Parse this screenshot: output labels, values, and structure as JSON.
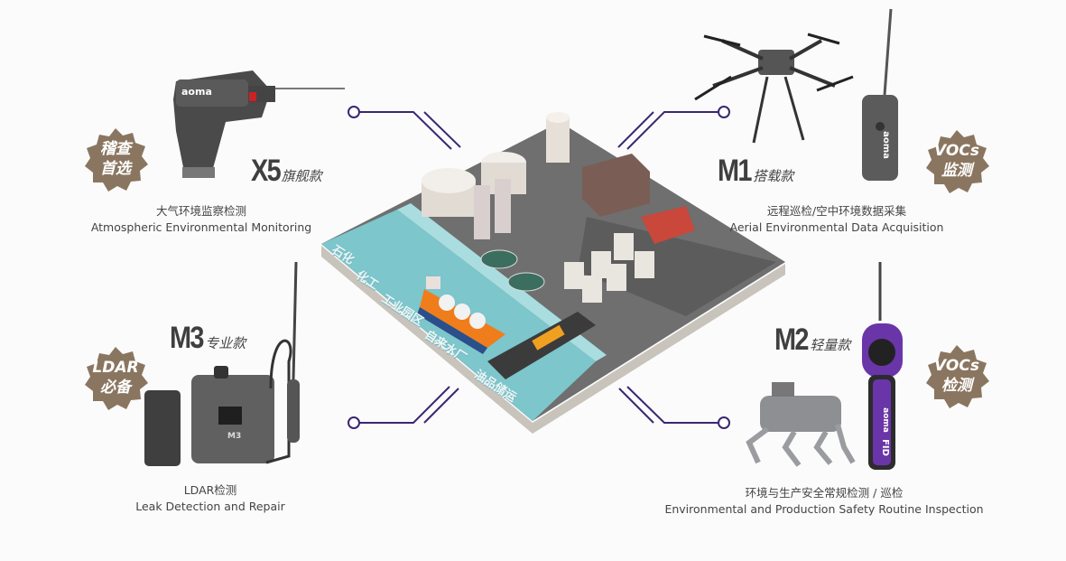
{
  "colors": {
    "connector": "#3a2672",
    "badge": "#8a7660",
    "water": "#7cc6cc",
    "ground": "#6e6e6e"
  },
  "products": [
    {
      "model": "X5",
      "tier": "旗舰款",
      "caption_cn": "大气环境监察检测",
      "caption_en": "Atmospheric Environmental Monitoring",
      "badge": [
        "稽查",
        "首选"
      ],
      "device_brand": "aoma"
    },
    {
      "model": "M1",
      "tier": "搭载款",
      "caption_cn": "远程巡检/空中环境数据采集",
      "caption_en": "Aerial Environmental Data Acquisition",
      "badge": [
        "VOCs",
        "监测"
      ],
      "device_brand": "aoma"
    },
    {
      "model": "M3",
      "tier": "专业款",
      "caption_cn": "LDAR检测",
      "caption_en": "Leak Detection and Repair",
      "badge": [
        "LDAR",
        "必备"
      ],
      "device_label": "M3"
    },
    {
      "model": "M2",
      "tier": "轻量款",
      "caption_cn": "环境与生产安全常规检测 / 巡检",
      "caption_en": "Environmental and Production Safety Routine Inspection",
      "badge": [
        "VOCs",
        "检测"
      ],
      "device_brand": "aoma",
      "device_label": "FID"
    }
  ],
  "industries": [
    "石化",
    "化工",
    "工业园区",
    "自来水厂",
    "油品储运"
  ]
}
